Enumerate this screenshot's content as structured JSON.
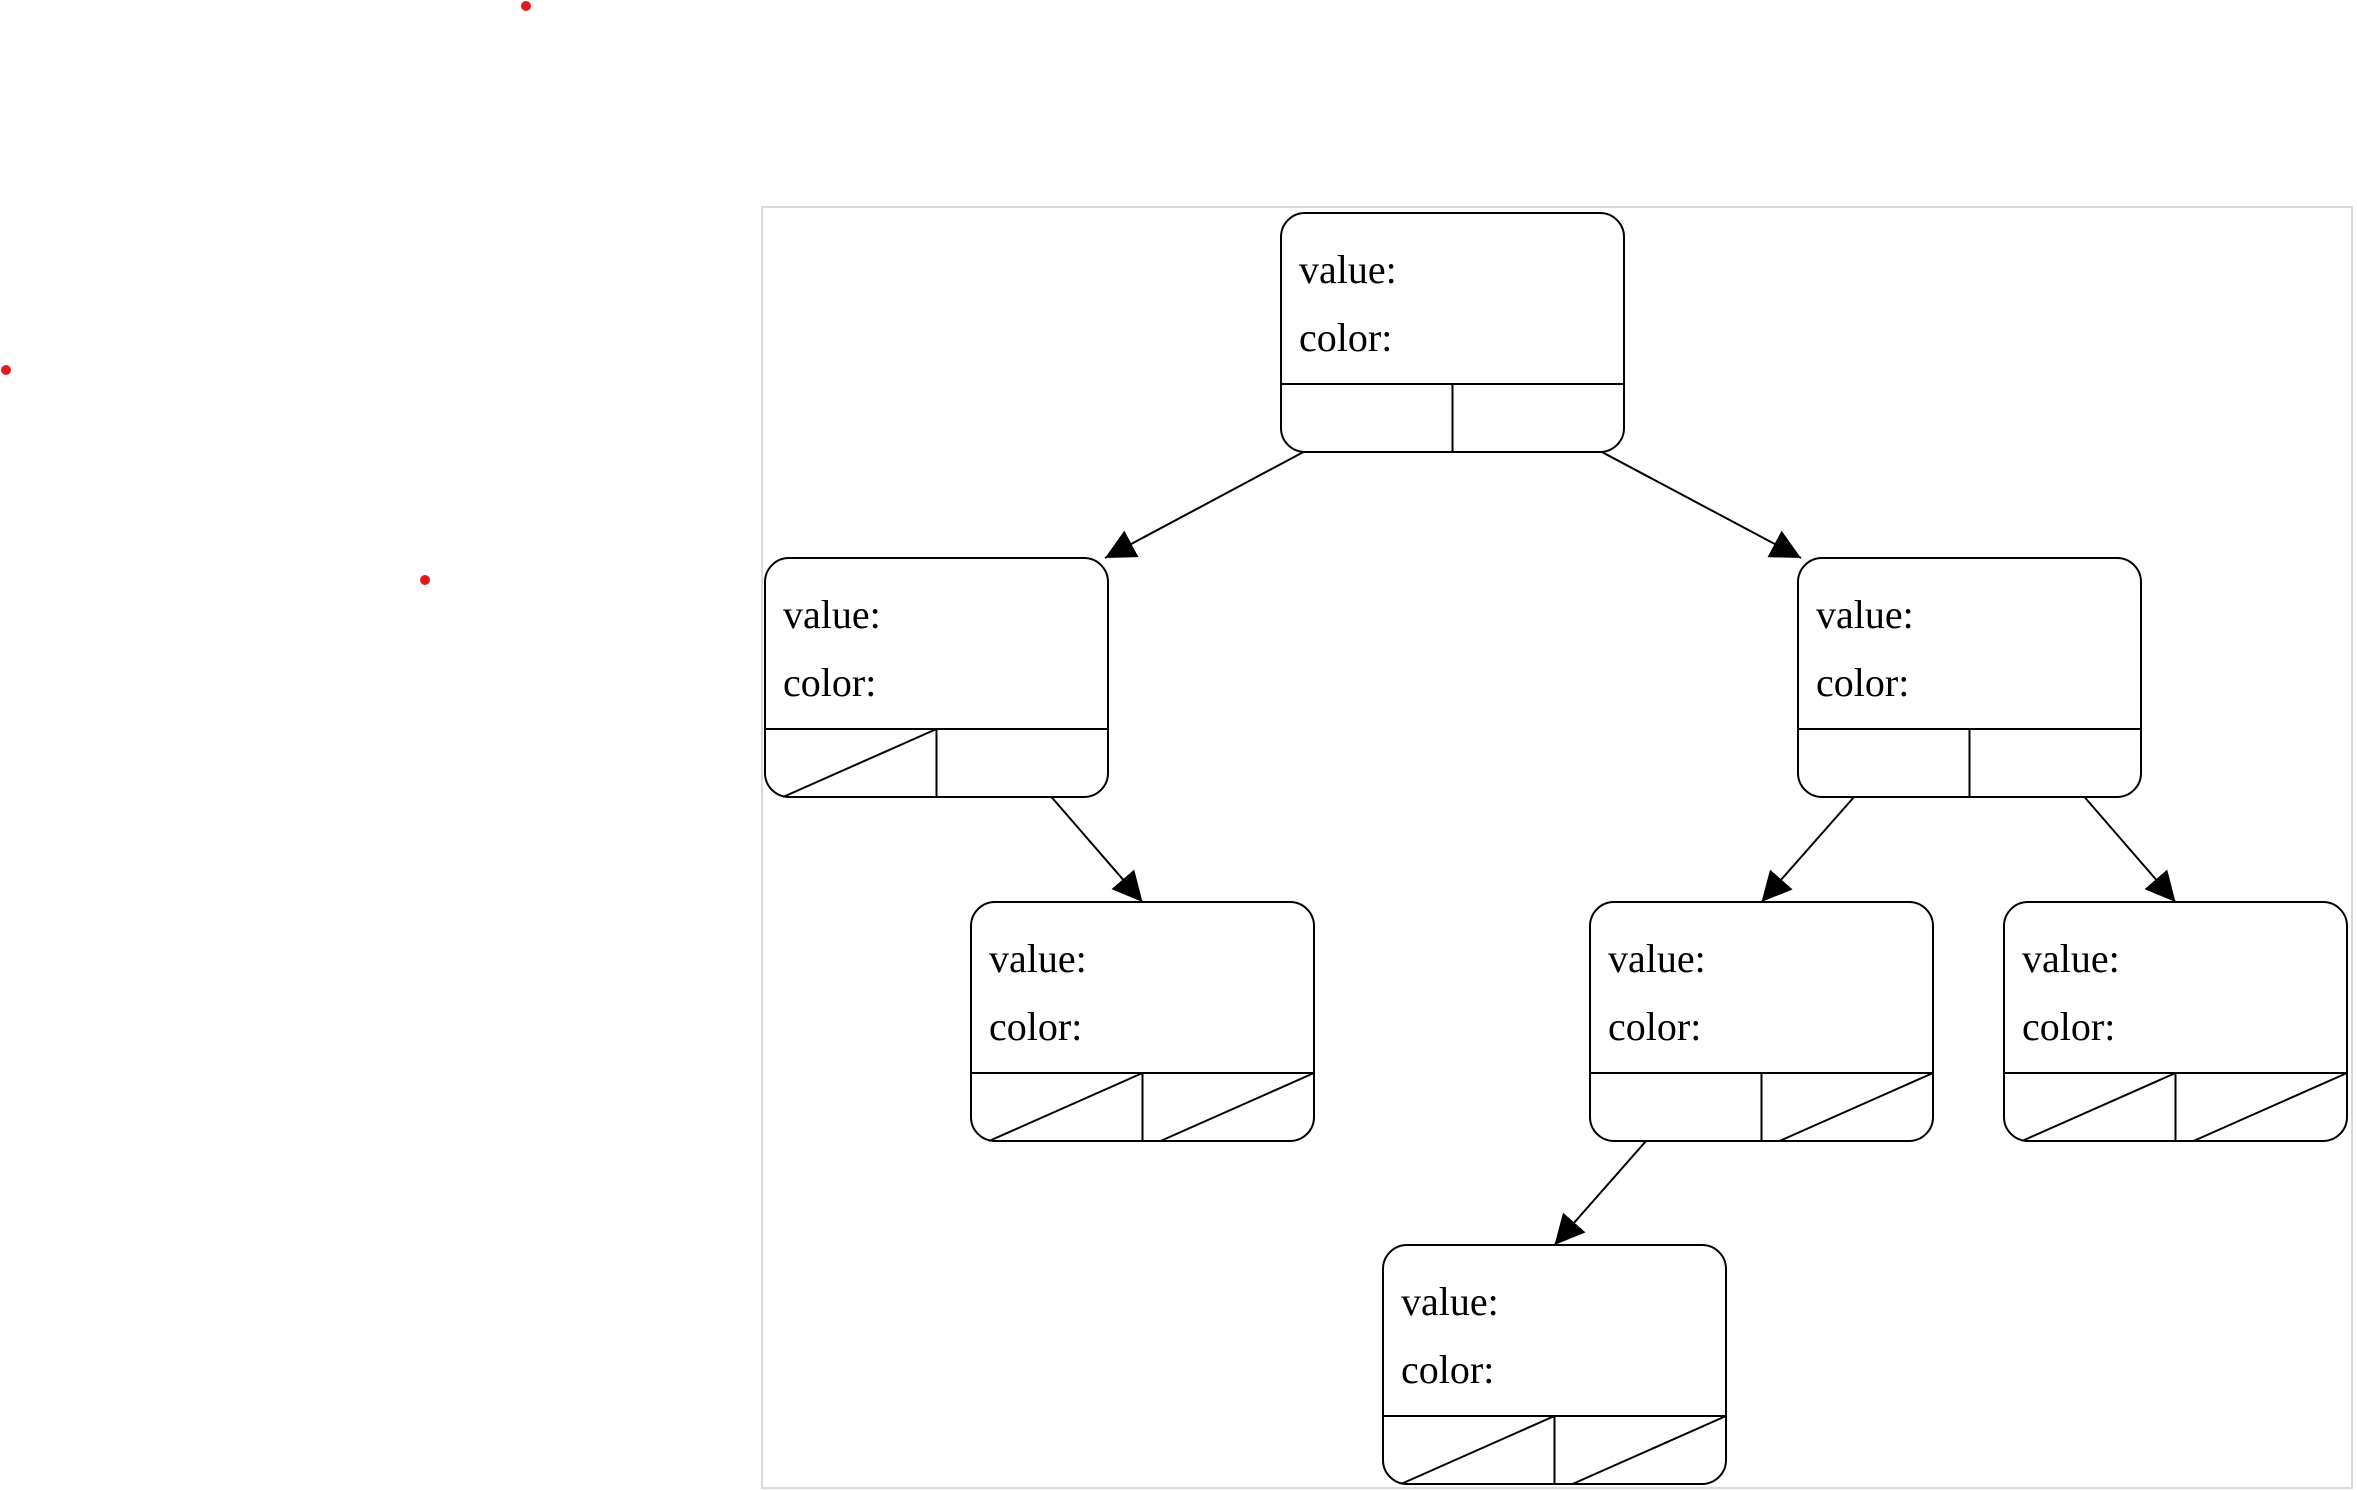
{
  "markers_color": "#e31a1c",
  "frame_color": "#d9d9d9",
  "diagram": {
    "field_labels": {
      "value": "value:",
      "color": "color:"
    },
    "nodes": [
      {
        "id": "A",
        "left_null": false,
        "right_null": false
      },
      {
        "id": "B",
        "left_null": true,
        "right_null": false
      },
      {
        "id": "C",
        "left_null": false,
        "right_null": false
      },
      {
        "id": "D",
        "left_null": true,
        "right_null": true
      },
      {
        "id": "E",
        "left_null": false,
        "right_null": true
      },
      {
        "id": "F",
        "left_null": true,
        "right_null": true
      },
      {
        "id": "G",
        "left_null": true,
        "right_null": true
      }
    ],
    "edges": [
      {
        "from": "A",
        "slot": "left",
        "to": "B"
      },
      {
        "from": "A",
        "slot": "right",
        "to": "C"
      },
      {
        "from": "B",
        "slot": "right",
        "to": "D"
      },
      {
        "from": "C",
        "slot": "left",
        "to": "E"
      },
      {
        "from": "C",
        "slot": "right",
        "to": "F"
      },
      {
        "from": "E",
        "slot": "left",
        "to": "G"
      }
    ]
  }
}
